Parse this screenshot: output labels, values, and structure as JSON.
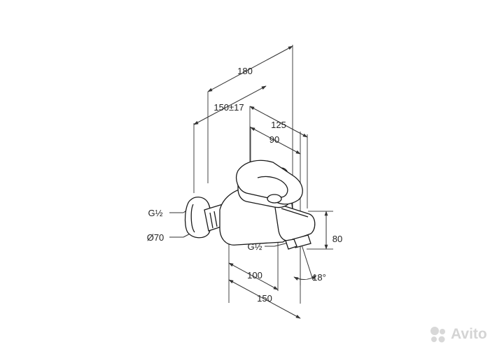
{
  "dimensions": {
    "d180": "180",
    "d150_17": "150±17",
    "d125": "125",
    "d90": "90",
    "thread_left": "G½",
    "diameter": "Ø70",
    "thread_bottom": "G½",
    "d80": "80",
    "d100": "100",
    "angle": "18°",
    "d150": "150"
  },
  "watermark": {
    "text": "Avito",
    "icon": "avito-logo-icon"
  },
  "colors": {
    "line": "#333333",
    "watermark": "#d4d4d4"
  }
}
